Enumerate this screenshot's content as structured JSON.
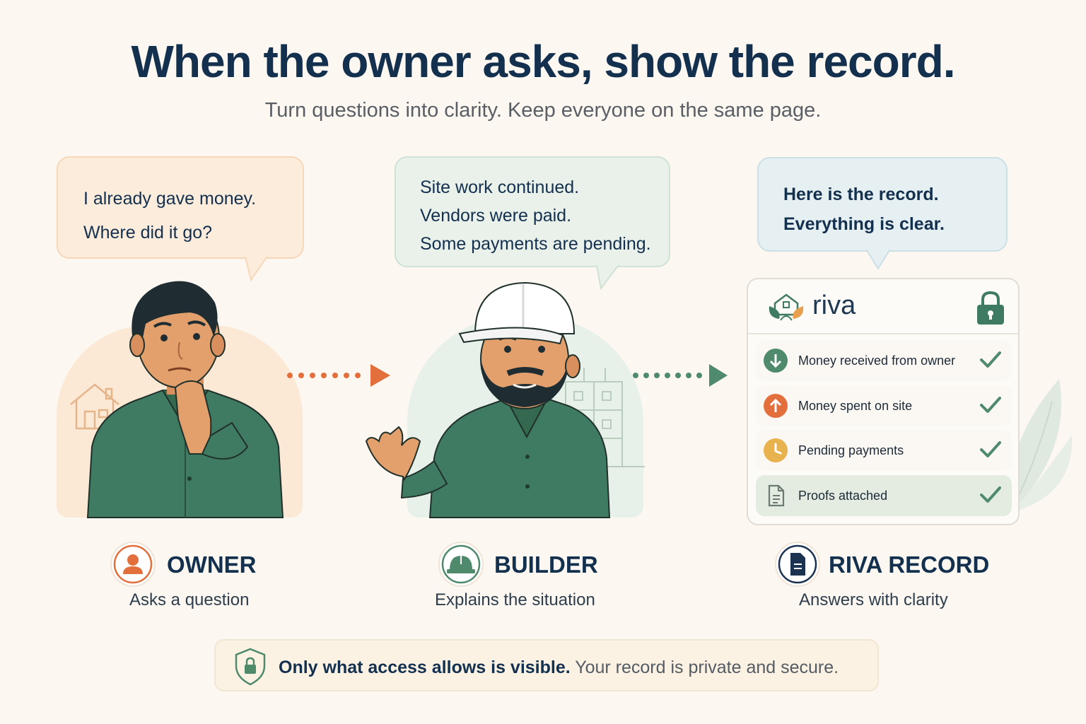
{
  "header": {
    "title": "When the owner asks, show the record.",
    "subtitle": "Turn questions into clarity. Keep everyone on the same page."
  },
  "bubbles": {
    "owner": [
      "I already gave money.",
      "Where did it go?"
    ],
    "builder": [
      "Site work continued.",
      "Vendors were paid.",
      "Some payments are pending."
    ],
    "record": [
      "Here is the record.",
      "Everything is clear."
    ]
  },
  "record_card": {
    "brand": "riva",
    "rows": [
      {
        "label": "Money received from owner",
        "icon": "arrow-down-icon",
        "color": "#4f8a6c",
        "checked": true
      },
      {
        "label": "Money spent on site",
        "icon": "arrow-up-icon",
        "color": "#e36f3c",
        "checked": true
      },
      {
        "label": "Pending payments",
        "icon": "clock-icon",
        "color": "#e8b24e",
        "checked": true
      },
      {
        "label": "Proofs attached",
        "icon": "document-icon",
        "color": "#6b7b72",
        "checked": true
      }
    ]
  },
  "roles": [
    {
      "title": "OWNER",
      "description": "Asks a question",
      "icon": "person-icon"
    },
    {
      "title": "BUILDER",
      "description": "Explains the situation",
      "icon": "hard-hat-icon"
    },
    {
      "title": "RIVA RECORD",
      "description": "Answers with clarity",
      "icon": "document-icon"
    }
  ],
  "footer": {
    "strong": "Only what access allows is visible.",
    "soft": "Your record is private and secure."
  },
  "colors": {
    "navy": "#14304f",
    "green": "#3f7a63",
    "orange": "#e36f3c",
    "amber": "#e8b24e",
    "background": "#fcf7f0"
  }
}
